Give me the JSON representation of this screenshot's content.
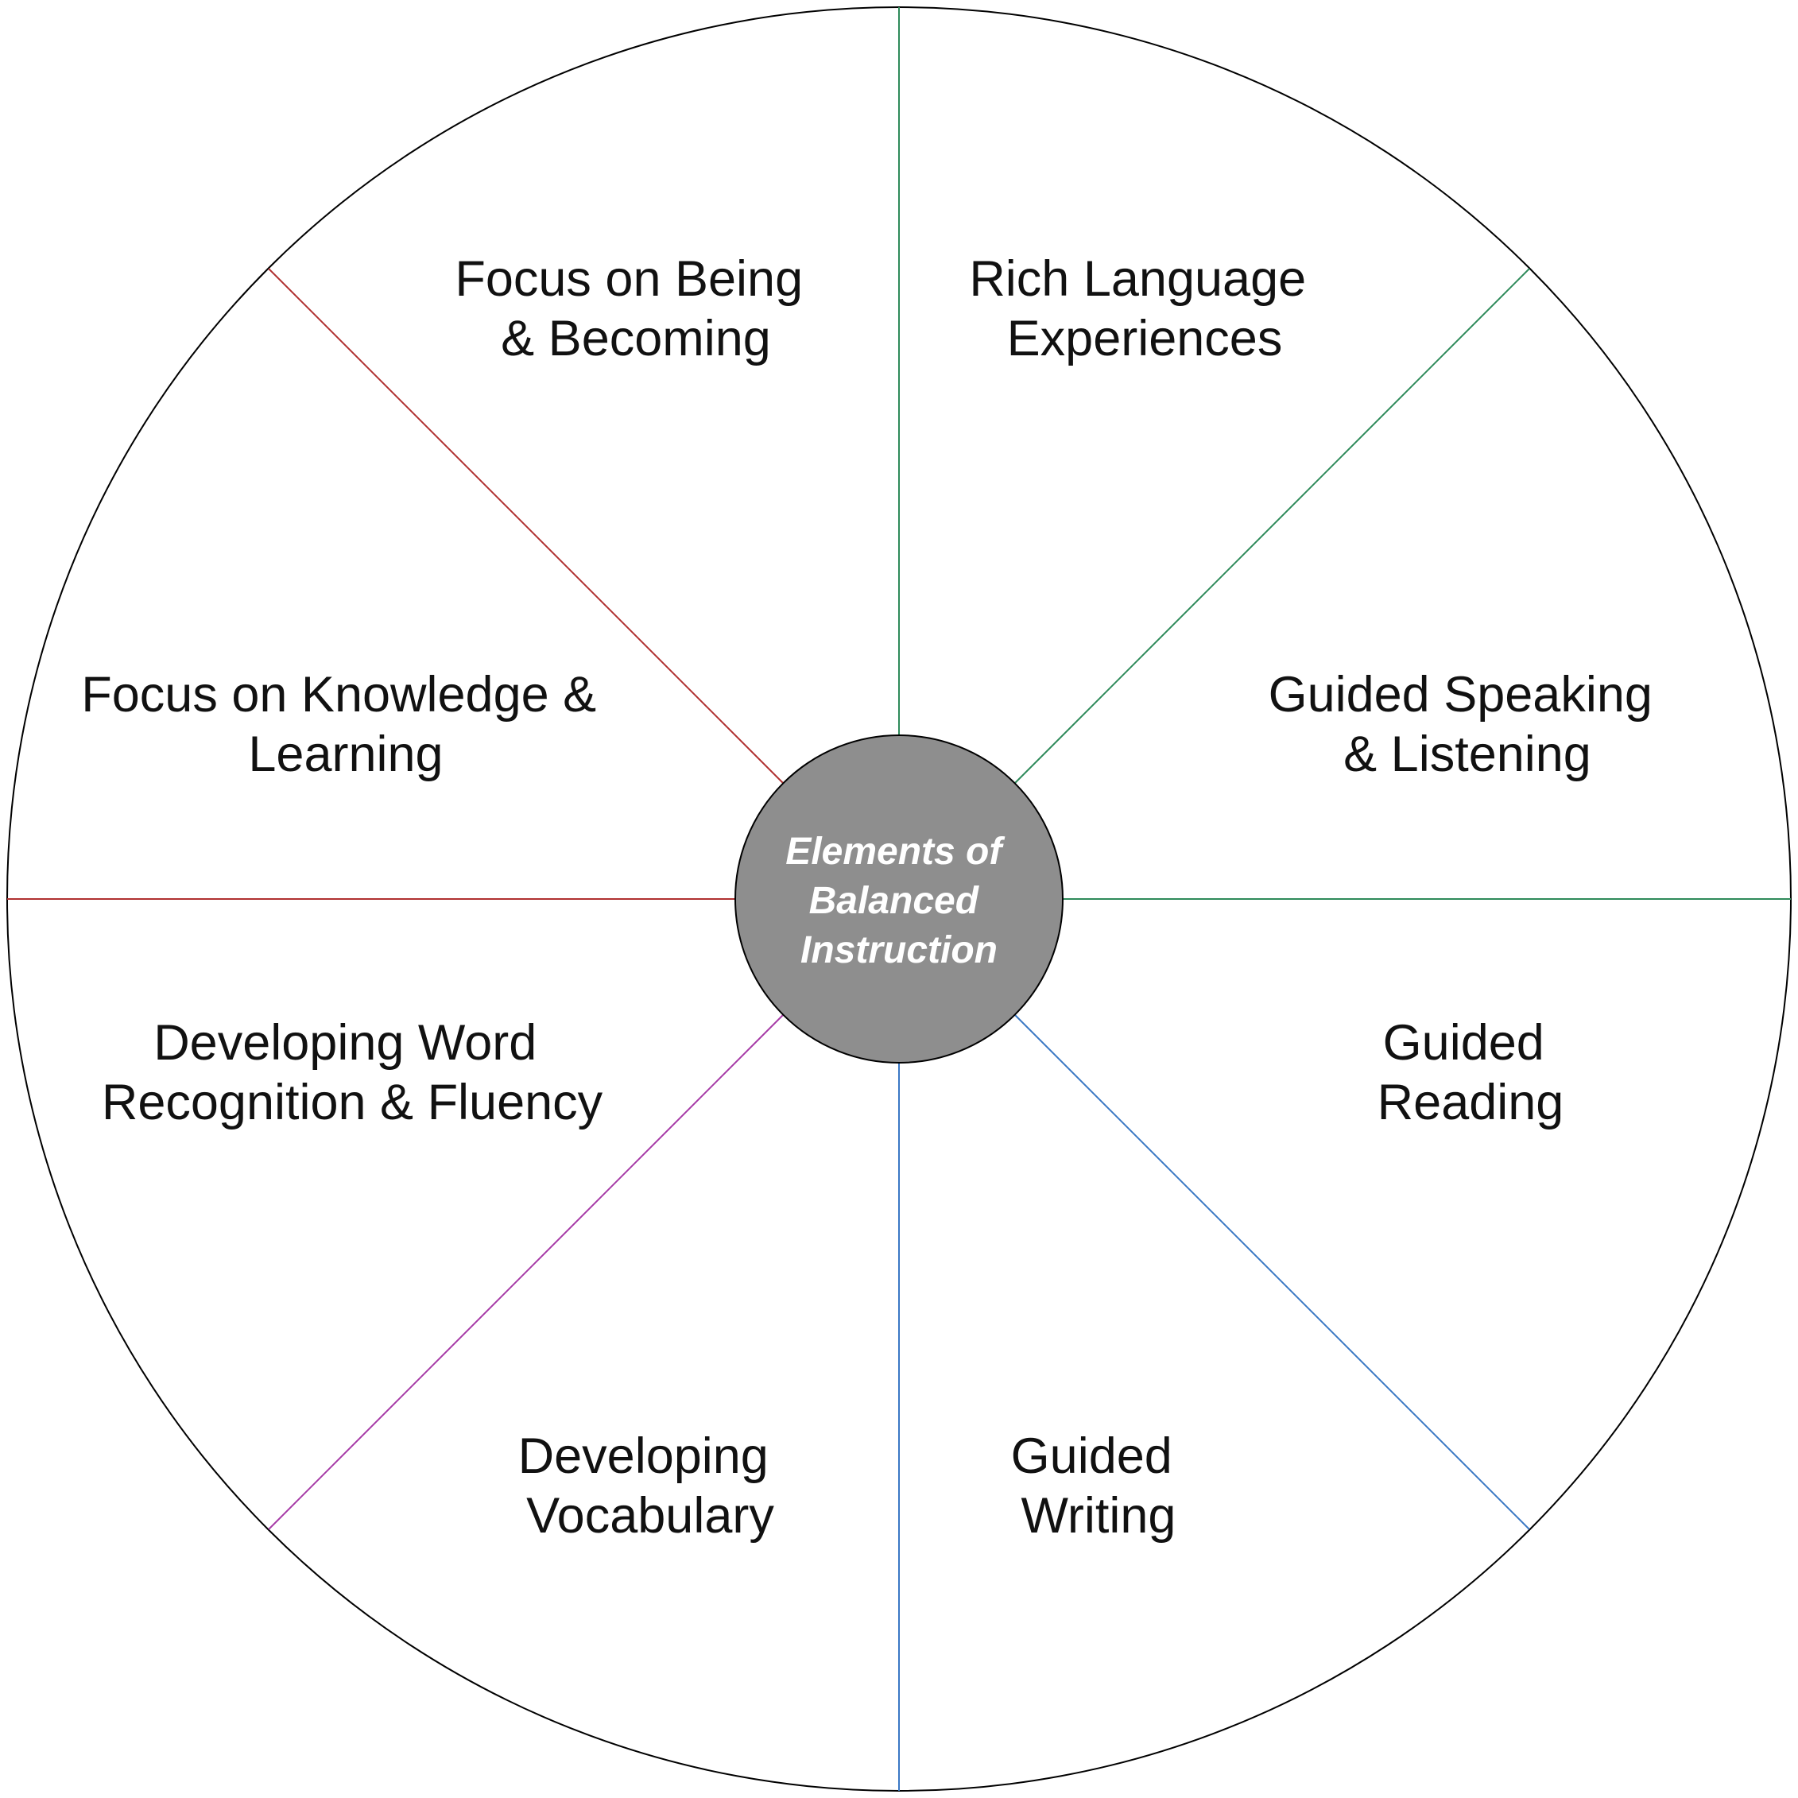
{
  "hub": {
    "lines": [
      "Elements of",
      "Balanced",
      "Instruction"
    ],
    "fill": "#8e8e8e"
  },
  "outline_color": "#000000",
  "segments": [
    {
      "id": "rich-language-experiences",
      "lines": [
        "Rich Language",
        "Experiences"
      ]
    },
    {
      "id": "guided-speaking-listening",
      "lines": [
        "Guided Speaking",
        "& Listening"
      ]
    },
    {
      "id": "guided-reading",
      "lines": [
        "Guided",
        "Reading"
      ]
    },
    {
      "id": "guided-writing",
      "lines": [
        "Guided",
        "Writing"
      ]
    },
    {
      "id": "developing-vocabulary",
      "lines": [
        "Developing",
        "Vocabulary"
      ]
    },
    {
      "id": "developing-word-recognition-fluency",
      "lines": [
        "Developing Word",
        "Recognition & Fluency"
      ]
    },
    {
      "id": "focus-knowledge-learning",
      "lines": [
        "Focus on Knowledge &",
        "Learning"
      ]
    },
    {
      "id": "focus-being-becoming",
      "lines": [
        "Focus on Being",
        "& Becoming"
      ]
    }
  ],
  "dividers": [
    {
      "id": "top",
      "color": "#2e8a5a"
    },
    {
      "id": "upper-right",
      "color": "#2e8a5a"
    },
    {
      "id": "right",
      "color": "#2e8a5a"
    },
    {
      "id": "lower-right",
      "color": "#3a78c4"
    },
    {
      "id": "bottom",
      "color": "#3a78c4"
    },
    {
      "id": "lower-left",
      "color": "#a63aa6"
    },
    {
      "id": "left",
      "color": "#b03030"
    },
    {
      "id": "upper-left",
      "color": "#b03030"
    }
  ]
}
